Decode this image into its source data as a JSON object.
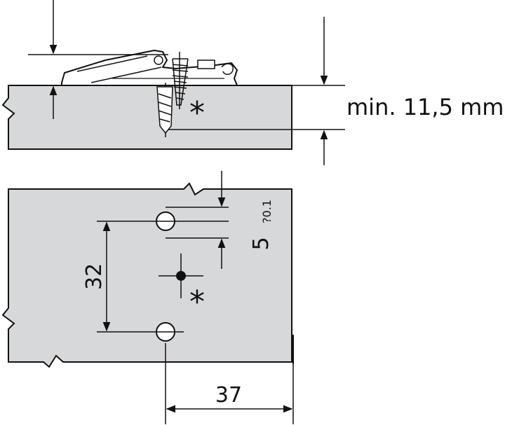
{
  "colors": {
    "panel": "#d7d8d9",
    "ink": "#111111",
    "background": "#ffffff"
  },
  "labels": {
    "min_thickness": "min. 11,5 mm",
    "hole_spacing": "32",
    "offset": "37",
    "hole_offset": "5",
    "tolerance": "?0.1",
    "asterisk_top": "*",
    "asterisk_bottom": "*"
  }
}
